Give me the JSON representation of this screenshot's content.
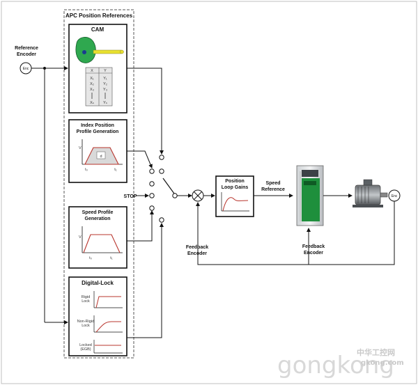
{
  "title": "APC Position References",
  "reference_encoder": "Reference\nEncoder",
  "enc_symbol": "Enc",
  "cam": {
    "title": "CAM",
    "table_head_x": "X",
    "table_head_y": "Y",
    "rows_x": [
      "X₁",
      "X₂",
      "X₃",
      "Xₙ"
    ],
    "rows_y": [
      "Y₁",
      "Y₂",
      "Y₃",
      "Yₙ"
    ]
  },
  "index": {
    "title": "Index Position\nProfile Generation",
    "v": "V",
    "d": "d",
    "t0": "t₀",
    "t1": "t₁"
  },
  "stop": "STOP",
  "speed_profile": {
    "title": "Speed Profile\nGeneration",
    "v": "V",
    "t0": "t₀",
    "t1": "t₁"
  },
  "digital_lock": {
    "title": "Digital-Lock",
    "rigid": "Rigid\nLock",
    "nonrigid": "Non-Rigid\nLock",
    "locked": "Locked\n(EGB)"
  },
  "position_loop": "Position\nLoop Gains",
  "speed_reference": "Speed\nReference",
  "feedback_left": "Feedback\nEncoder",
  "feedback_right": "Feedback\nEncoder",
  "watermark": {
    "brand": "gongkong",
    "cn": "中华工控网",
    "url": "gkong.com"
  },
  "colors": {
    "cam_green": "#2fa84f",
    "profile_red": "#b8342c",
    "drive_green": "#1e8f3c"
  }
}
